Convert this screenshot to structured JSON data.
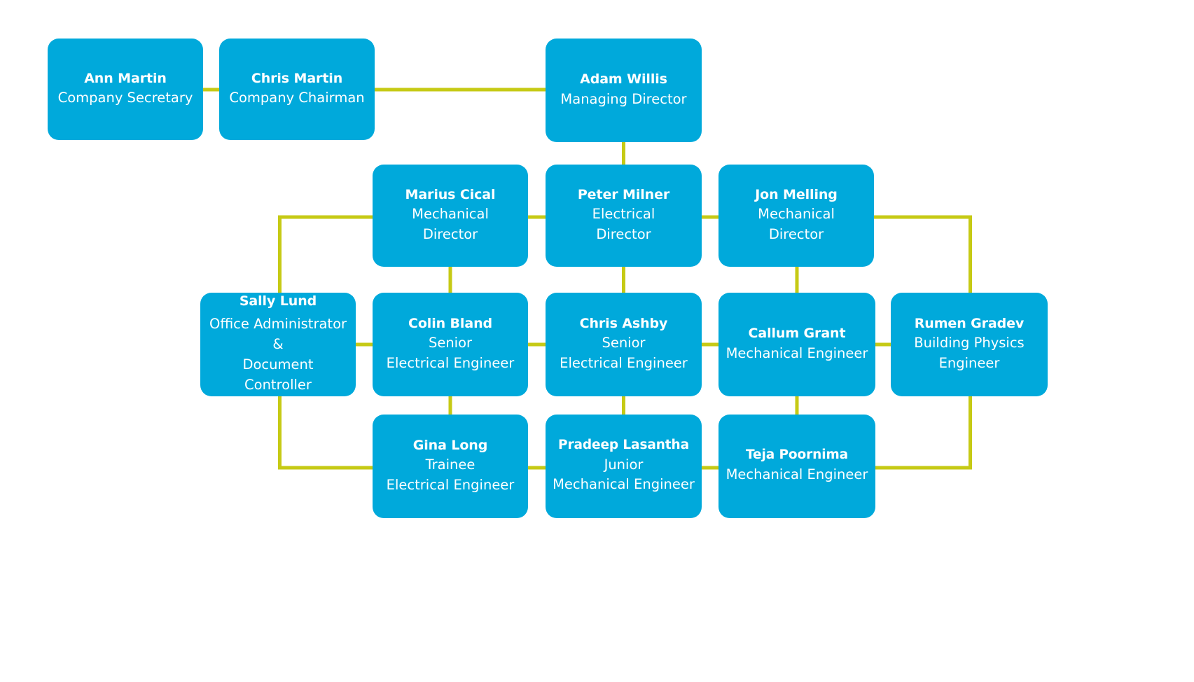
{
  "colors": {
    "node_fill": "#00a9db",
    "node_text": "#ffffff",
    "connector": "#c6ca15",
    "background": "#ffffff"
  },
  "chart_data": {
    "type": "diagram",
    "diagram_type": "organization-chart",
    "title": "",
    "nodes": [
      {
        "id": "ann-martin",
        "name": "Ann Martin",
        "role": "Company Secretary",
        "row": 1
      },
      {
        "id": "chris-martin",
        "name": "Chris Martin",
        "role": "Company Chairman",
        "row": 1
      },
      {
        "id": "adam-willis",
        "name": "Adam Willis",
        "role": "Managing Director",
        "row": 1
      },
      {
        "id": "marius-cical",
        "name": "Marius Cical",
        "role": "Mechanical\nDirector",
        "row": 2
      },
      {
        "id": "peter-milner",
        "name": "Peter Milner",
        "role": "Electrical\nDirector",
        "row": 2
      },
      {
        "id": "jon-melling",
        "name": "Jon Melling",
        "role": "Mechanical\nDirector",
        "row": 2
      },
      {
        "id": "sally-lund",
        "name": "Sally Lund",
        "role": "Office Administrator\n&\nDocument Controller",
        "row": 3
      },
      {
        "id": "colin-bland",
        "name": "Colin Bland",
        "role": "Senior\nElectrical Engineer",
        "row": 3
      },
      {
        "id": "chris-ashby",
        "name": "Chris Ashby",
        "role": "Senior\nElectrical Engineer",
        "row": 3
      },
      {
        "id": "callum-grant",
        "name": "Callum Grant",
        "role": "Mechanical Engineer",
        "row": 3
      },
      {
        "id": "rumen-gradev",
        "name": "Rumen Gradev",
        "role": "Building Physics\nEngineer",
        "row": 3
      },
      {
        "id": "gina-long",
        "name": "Gina Long",
        "role": "Trainee\nElectrical Engineer",
        "row": 4
      },
      {
        "id": "pradeep",
        "name": "Pradeep Lasantha",
        "role": "Junior\nMechanical Engineer",
        "row": 4
      },
      {
        "id": "teja-poornima",
        "name": "Teja Poornima",
        "role": "Mechanical Engineer",
        "row": 4
      }
    ],
    "edges": [
      {
        "from": "ann-martin",
        "to": "chris-martin"
      },
      {
        "from": "chris-martin",
        "to": "adam-willis"
      },
      {
        "from": "adam-willis",
        "to": "peter-milner"
      },
      {
        "from": "marius-cical",
        "to": "peter-milner"
      },
      {
        "from": "peter-milner",
        "to": "jon-melling"
      },
      {
        "from": "marius-cical",
        "to": "sally-lund"
      },
      {
        "from": "marius-cical",
        "to": "colin-bland"
      },
      {
        "from": "peter-milner",
        "to": "chris-ashby"
      },
      {
        "from": "jon-melling",
        "to": "callum-grant"
      },
      {
        "from": "jon-melling",
        "to": "rumen-gradev"
      },
      {
        "from": "sally-lund",
        "to": "colin-bland"
      },
      {
        "from": "colin-bland",
        "to": "chris-ashby"
      },
      {
        "from": "chris-ashby",
        "to": "callum-grant"
      },
      {
        "from": "callum-grant",
        "to": "rumen-gradev"
      },
      {
        "from": "colin-bland",
        "to": "gina-long"
      },
      {
        "from": "chris-ashby",
        "to": "pradeep"
      },
      {
        "from": "callum-grant",
        "to": "teja-poornima"
      },
      {
        "from": "sally-lund",
        "to": "gina-long"
      },
      {
        "from": "gina-long",
        "to": "pradeep"
      },
      {
        "from": "pradeep",
        "to": "teja-poornima"
      },
      {
        "from": "rumen-gradev",
        "to": "teja-poornima"
      }
    ]
  }
}
